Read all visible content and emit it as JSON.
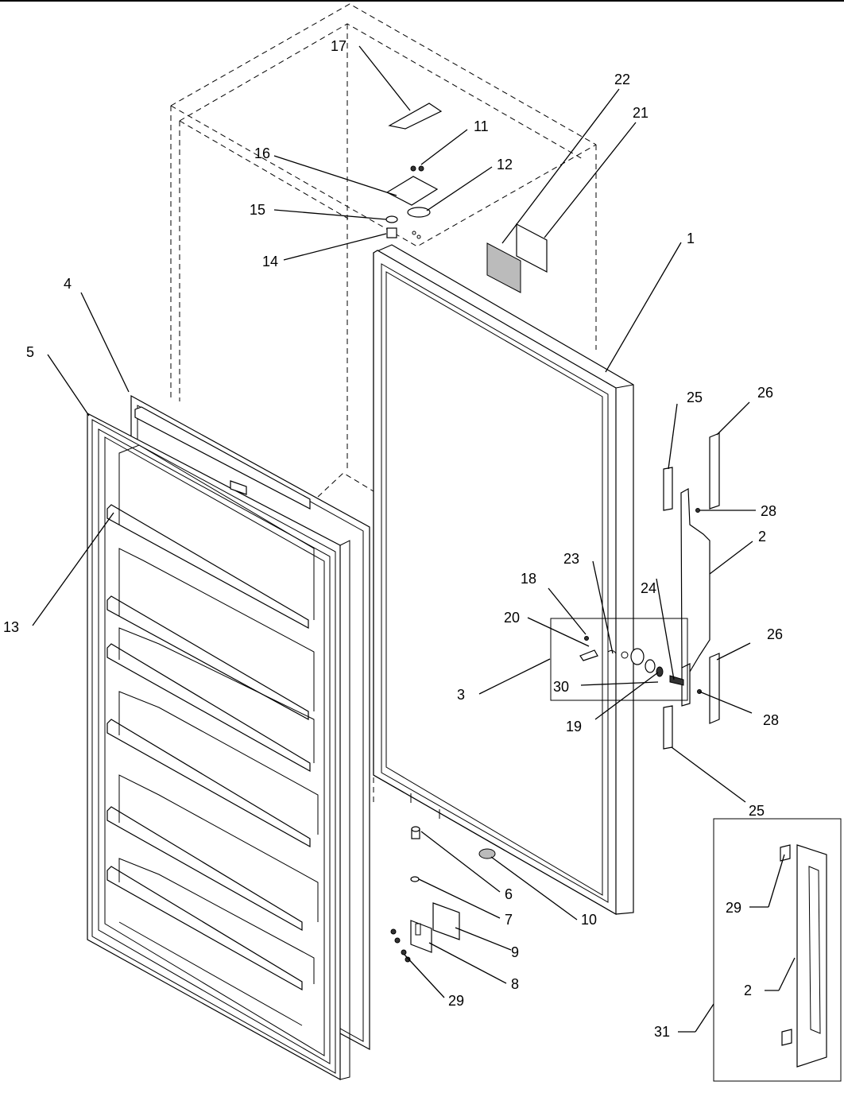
{
  "diagram": {
    "labels": [
      {
        "id": "1",
        "text": "1"
      },
      {
        "id": "2a",
        "text": "2"
      },
      {
        "id": "2b",
        "text": "2"
      },
      {
        "id": "3",
        "text": "3"
      },
      {
        "id": "4",
        "text": "4"
      },
      {
        "id": "5",
        "text": "5"
      },
      {
        "id": "6",
        "text": "6"
      },
      {
        "id": "7",
        "text": "7"
      },
      {
        "id": "8",
        "text": "8"
      },
      {
        "id": "9",
        "text": "9"
      },
      {
        "id": "10",
        "text": "10"
      },
      {
        "id": "11",
        "text": "11"
      },
      {
        "id": "12",
        "text": "12"
      },
      {
        "id": "13",
        "text": "13"
      },
      {
        "id": "14",
        "text": "14"
      },
      {
        "id": "15",
        "text": "15"
      },
      {
        "id": "16",
        "text": "16"
      },
      {
        "id": "17",
        "text": "17"
      },
      {
        "id": "18",
        "text": "18"
      },
      {
        "id": "19",
        "text": "19"
      },
      {
        "id": "20",
        "text": "20"
      },
      {
        "id": "21",
        "text": "21"
      },
      {
        "id": "22",
        "text": "22"
      },
      {
        "id": "23",
        "text": "23"
      },
      {
        "id": "24",
        "text": "24"
      },
      {
        "id": "25a",
        "text": "25"
      },
      {
        "id": "25b",
        "text": "25"
      },
      {
        "id": "26a",
        "text": "26"
      },
      {
        "id": "26b",
        "text": "26"
      },
      {
        "id": "28a",
        "text": "28"
      },
      {
        "id": "28b",
        "text": "28"
      },
      {
        "id": "29a",
        "text": "29"
      },
      {
        "id": "29b",
        "text": "29"
      },
      {
        "id": "30",
        "text": "30"
      },
      {
        "id": "31",
        "text": "31"
      }
    ]
  }
}
